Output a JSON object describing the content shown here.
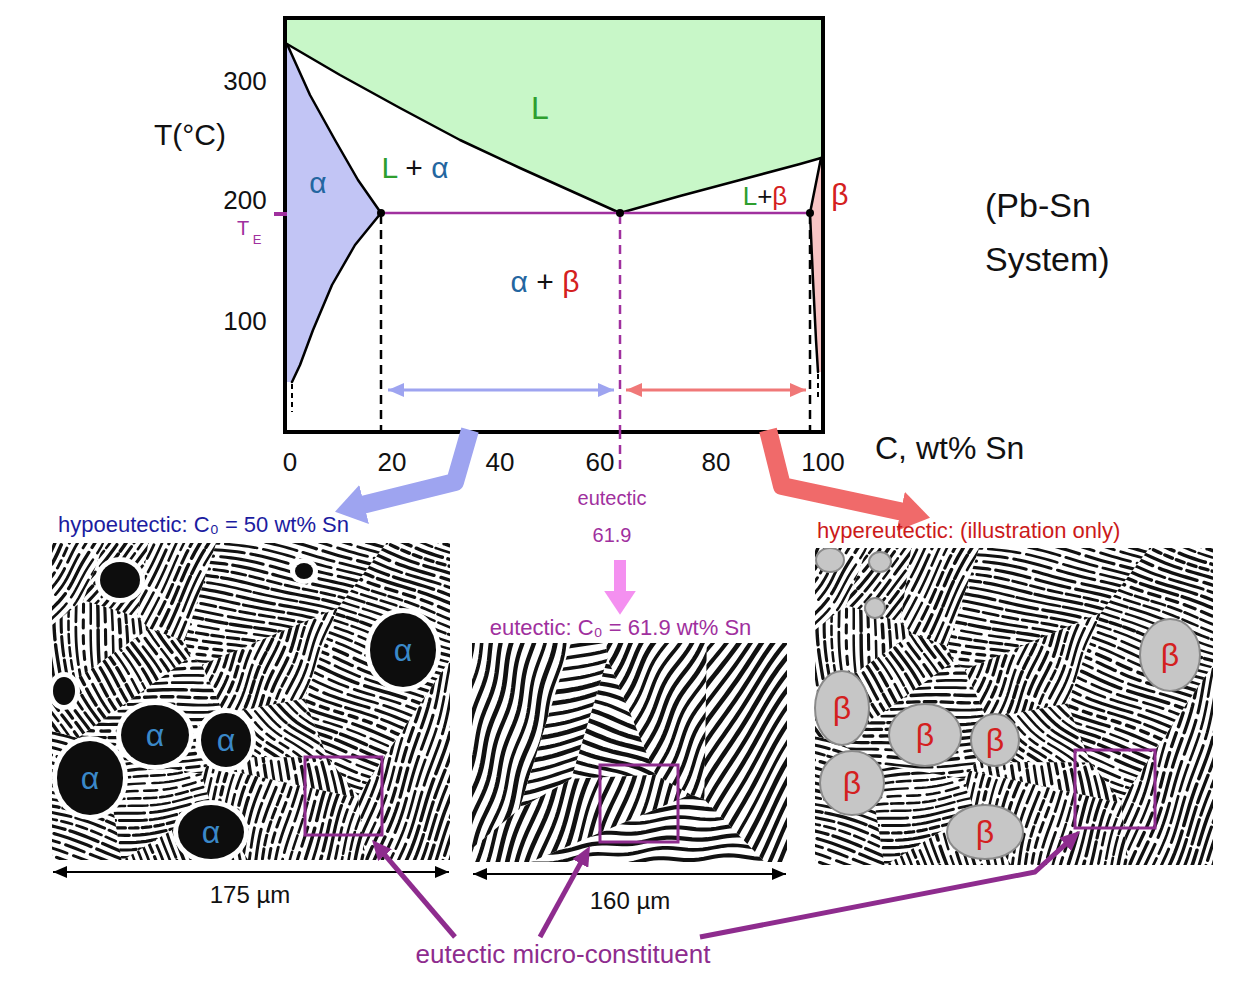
{
  "diagram": {
    "nodes": [
      {
        "text": [
          "L"
        ]
      },
      {
        "text": [
          "L + α"
        ]
      },
      {
        "text": [
          "α"
        ]
      },
      {
        "text": [
          "L+β"
        ]
      },
      {
        "text": [
          "β"
        ]
      },
      {
        "text": [
          "α + β"
        ]
      },
      {
        "text": [
          "hypoeutectic: C₀ = 50 wt% Sn"
        ]
      },
      {
        "text": [
          "α"
        ],
        "in": 6
      },
      {
        "text": [
          "α"
        ],
        "in": 6
      },
      {
        "text": [
          "α"
        ],
        "in": 6
      },
      {
        "text": [
          "α"
        ],
        "in": 6
      },
      {
        "text": [
          "α"
        ],
        "in": 6
      },
      {
        "text": [
          "eutectic: C₀ = 61.9 wt% Sn"
        ]
      },
      {
        "text": [
          "hypereutectic: (illustration only)"
        ]
      },
      {
        "text": [
          "β"
        ],
        "in": 13
      },
      {
        "text": [
          "β"
        ],
        "in": 13
      },
      {
        "text": [
          "β"
        ],
        "in": 13
      },
      {
        "text": [
          "β"
        ],
        "in": 13
      },
      {
        "text": [
          "β"
        ],
        "in": 13
      },
      {
        "text": [
          "β"
        ],
        "in": 13
      }
    ],
    "edges": [
      {
        "from": 5,
        "to": 6,
        "arrow": "to"
      },
      {
        "from": 5,
        "to": 12,
        "arrow": "to"
      },
      {
        "from": 5,
        "to": 13,
        "arrow": "to"
      }
    ],
    "labels": [
      "T(°C)",
      "300",
      "200",
      "100",
      "T",
      "E",
      "0",
      "20",
      "40",
      "60",
      "80",
      "100",
      "C, wt% Sn",
      "(Pb-Sn System)",
      "eutectic 61.9",
      "175 µm",
      "160 µm",
      "eutectic micro-constituent"
    ]
  }
}
